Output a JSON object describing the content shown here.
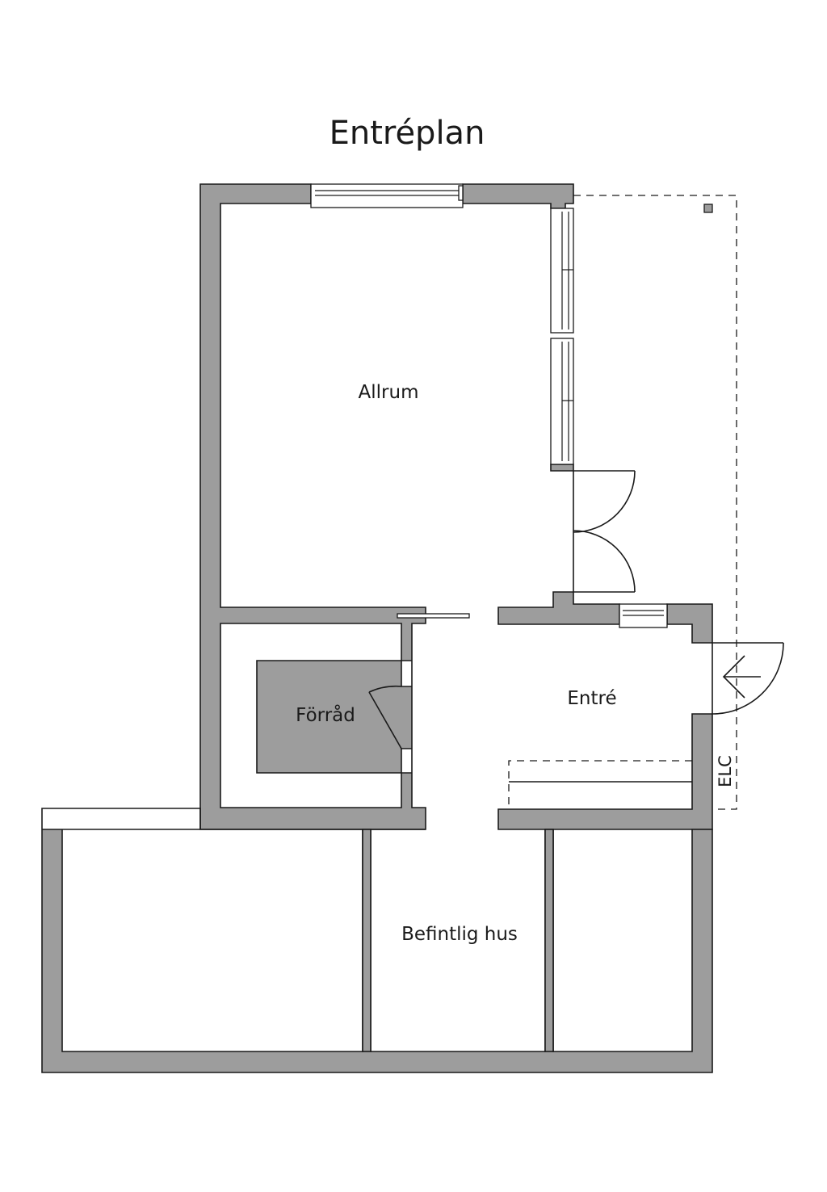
{
  "title": "Entréplan",
  "rooms": {
    "allrum": "Allrum",
    "forrad": "Förråd",
    "entre": "Entré",
    "befintlig": "Befintlig hus"
  },
  "elc_label": "ELC",
  "colors": {
    "wall_fill": "#9d9d9d",
    "line": "#1a1a1a",
    "background": "#ffffff"
  },
  "icons": [
    "entrance-arrow-icon"
  ]
}
